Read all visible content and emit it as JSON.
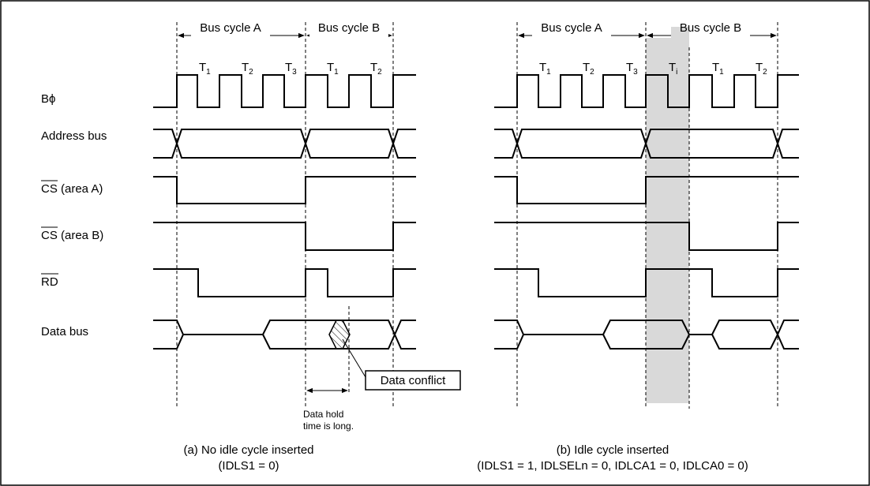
{
  "signals": {
    "clock": "Bϕ",
    "address": "Address bus",
    "cs_a_over": "CS",
    "cs_a_rest": " (area A)",
    "cs_b_over": "CS",
    "cs_b_rest": " (area B)",
    "rd": "RD",
    "data": "Data bus"
  },
  "panel_a": {
    "cycle_a": "Bus cycle A",
    "cycle_b": "Bus cycle B",
    "t1": "T",
    "t1_sub": "1",
    "t2": "T",
    "t2_sub": "2",
    "t3": "T",
    "t3_sub": "3",
    "t4": "T",
    "t4_sub": "1",
    "t5": "T",
    "t5_sub": "2",
    "conflict_label": "Data conflict",
    "hold_line1": "Data hold",
    "hold_line2": "time is long.",
    "caption1": "(a) No idle cycle inserted",
    "caption2": "(IDLS1 = 0)"
  },
  "panel_b": {
    "cycle_a": "Bus cycle A",
    "cycle_b": "Bus cycle B",
    "t1": "T",
    "t1_sub": "1",
    "t2": "T",
    "t2_sub": "2",
    "t3": "T",
    "t3_sub": "3",
    "ti": "T",
    "ti_sub": "i",
    "t4": "T",
    "t4_sub": "1",
    "t5": "T",
    "t5_sub": "2",
    "caption1": "(b) Idle cycle inserted",
    "caption2": "(IDLS1 = 1, IDLSELn = 0, IDLCA1 = 0, IDLCA0 = 0)"
  }
}
